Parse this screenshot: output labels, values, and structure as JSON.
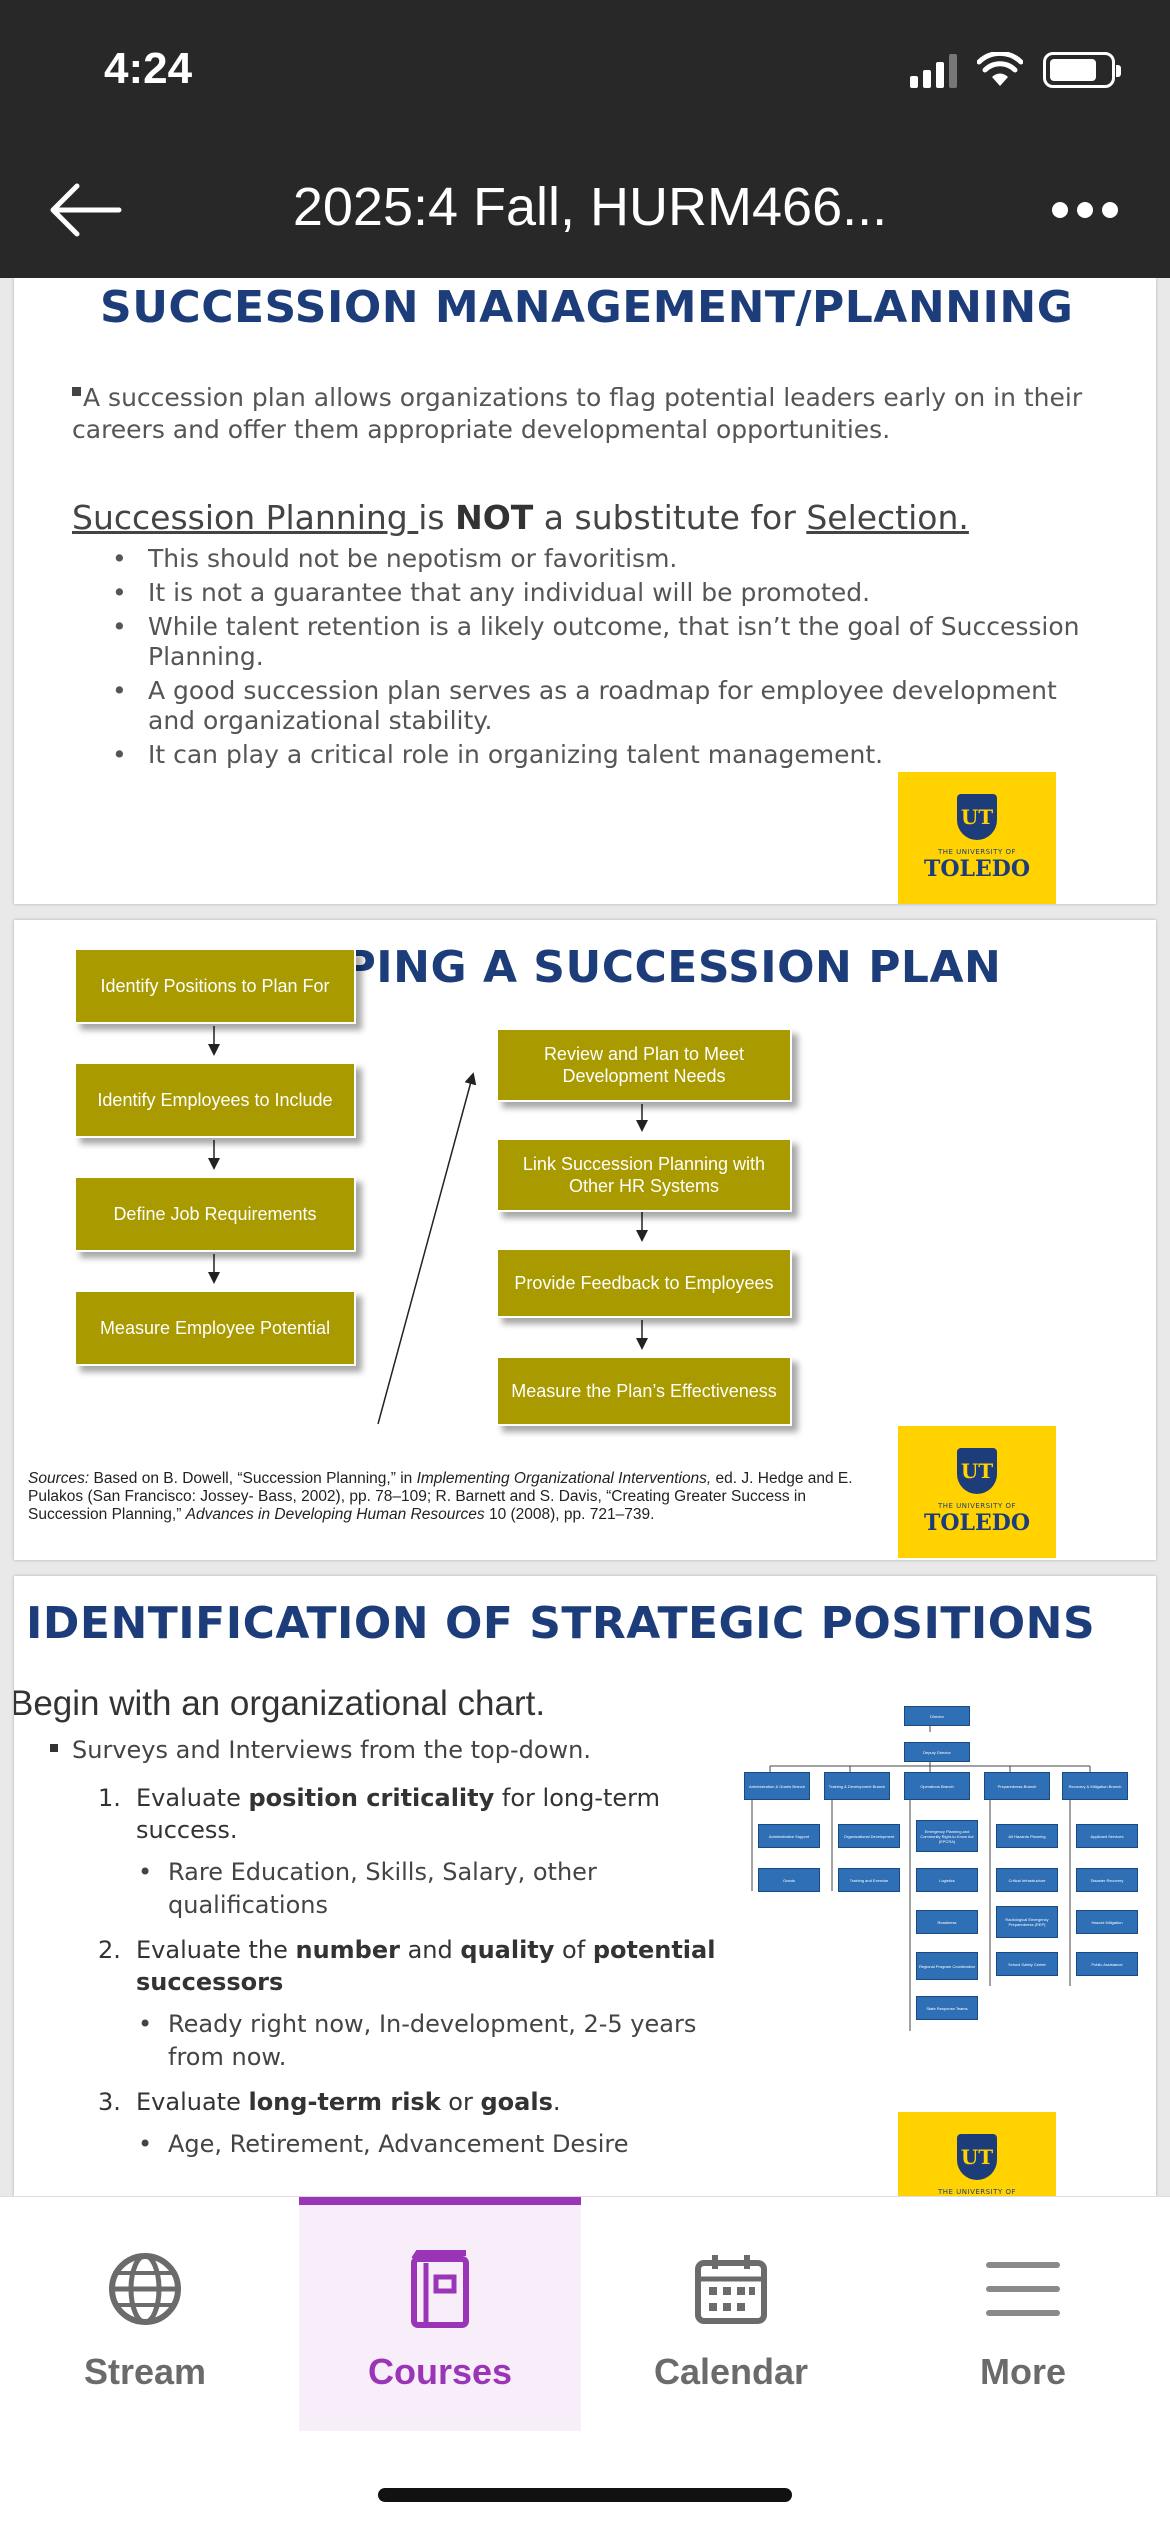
{
  "status_bar": {
    "time": "4:24"
  },
  "nav": {
    "title": "2025:4 Fall, HURM466..."
  },
  "slide1": {
    "title": "SUCCESSION MANAGEMENT/PLANNING",
    "intro": "A succession plan allows organizations to flag potential leaders early on in their careers and offer them appropriate developmental opportunities.",
    "heading_part1": "Succession Planning ",
    "heading_part2": "is ",
    "heading_part3": "NOT",
    "heading_part4": " a substitute for ",
    "heading_part5": "Selection.",
    "bullets": [
      "This should not be nepotism or favoritism.",
      "It is not a guarantee that any individual will be promoted.",
      "While talent retention is a likely outcome, that isn’t the goal of Succession Planning.",
      "A good succession plan serves as a roadmap for employee development and organizational stability.",
      "It can play a critical role in organizing talent management."
    ]
  },
  "logo": {
    "initials": "UT",
    "small": "THE UNIVERSITY OF",
    "big": "TOLEDO"
  },
  "slide2": {
    "title": "DEVELOPING A SUCCESSION PLAN",
    "left_steps": [
      "Identify Positions to Plan For",
      "Identify Employees to Include",
      "Define Job Requirements",
      "Measure Employee Potential"
    ],
    "right_steps": [
      "Review and Plan to Meet Development Needs",
      "Link Succession Planning with Other HR Systems",
      "Provide Feedback to Employees",
      "Measure the Plan’s Effectiveness"
    ],
    "sources_label": "Sources:",
    "sources_p1": " Based on B. Dowell, “Succession Planning,” in ",
    "sources_i1": "Implementing Organizational Interventions,",
    "sources_p2": " ed. J. Hedge and E. Pulakos (San Francisco: Jossey- Bass, 2002), pp. 78–109; R. Barnett and S. Davis, “Creating Greater Success in Succession Planning,” ",
    "sources_i2": "Advances in Developing Human Resources",
    "sources_p3": " 10 (2008), pp. 721–739."
  },
  "slide3": {
    "title": "IDENTIFICATION OF STRATEGIC POSITIONS",
    "lead": "Begin with an organizational chart.",
    "sub": "Surveys and Interviews from the top-down.",
    "items": [
      {
        "num": "1.",
        "pre": "Evaluate ",
        "b1": "position criticality",
        "mid": " for long-term success.",
        "b2": "",
        "post": "",
        "b3": "",
        "tail": "",
        "sub": "Rare Education, Skills, Salary, other qualifications"
      },
      {
        "num": "2.",
        "pre": "Evaluate the ",
        "b1": "number",
        "mid": " and ",
        "b2": "quality",
        "post": " of ",
        "b3": "potential successors",
        "tail": "",
        "sub": "Ready right now, In-development, 2-5 years from now."
      },
      {
        "num": "3.",
        "pre": "Evaluate ",
        "b1": "long-term risk",
        "mid": " or ",
        "b2": "goals",
        "post": ".",
        "b3": "",
        "tail": "",
        "sub": "Age, Retirement, Advancement Desire"
      }
    ],
    "org_chart": {
      "top": [
        "Director",
        "Deputy Director"
      ],
      "branches": [
        "Administration & Grants Branch",
        "Training & Development Branch",
        "Operations Branch",
        "Preparedness Branch",
        "Recovery & Mitigation Branch"
      ],
      "col1": [
        "Administrative Support",
        "Grants"
      ],
      "col2": [
        "Organizational Development",
        "Training and Exercise"
      ],
      "col3": [
        "Emergency Planning and Community Right-to-Know Act (EPCRA)",
        "Logistics",
        "Readiness",
        "Regional Program Coordination",
        "State Response Teams"
      ],
      "col4": [
        "All Hazards Planning",
        "Critical Infrastructure",
        "Radiological Emergency Preparedness (REP)",
        "School Safety Center"
      ],
      "col5": [
        "Applicant Services",
        "Disaster Recovery",
        "Hazard Mitigation",
        "Public Assistance"
      ]
    }
  },
  "tabbar": {
    "tabs": [
      {
        "label": "Stream",
        "icon": "globe-icon"
      },
      {
        "label": "Courses",
        "icon": "book-icon"
      },
      {
        "label": "Calendar",
        "icon": "calendar-icon"
      },
      {
        "label": "More",
        "icon": "menu-icon"
      }
    ],
    "active_index": 1,
    "accent": "#9b35b8"
  },
  "colors": {
    "slide_title": "#1d3d7a",
    "flow_box": "#a99a00",
    "logo_bg": "#ffd200",
    "org_box": "#2f6fb6"
  }
}
